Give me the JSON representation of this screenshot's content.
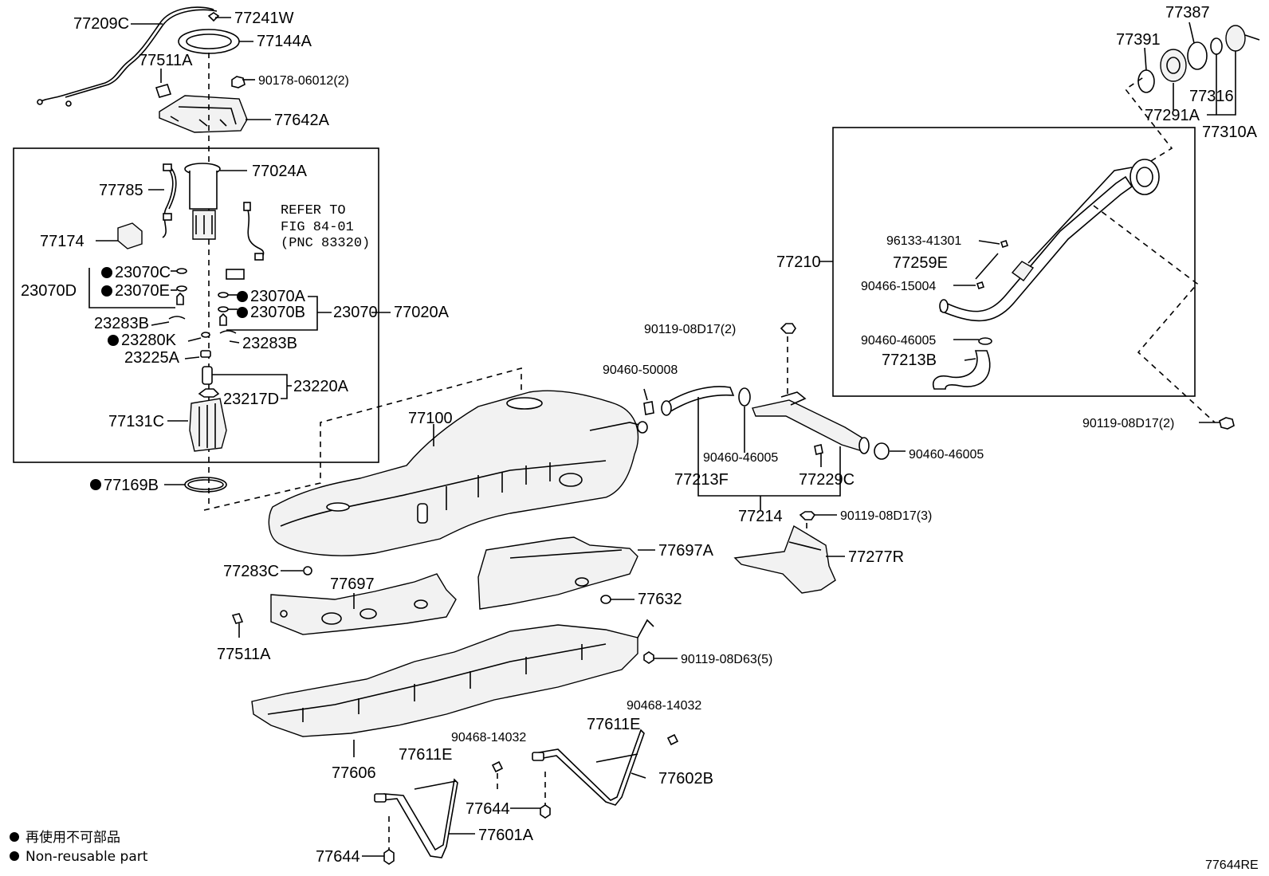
{
  "title": "",
  "figure_id": "77644RE",
  "legend": {
    "dot_symbol": "●",
    "line1": "再使用不可部品",
    "line2": "Non-reusable part"
  },
  "labels": {
    "p77209C": "77209C",
    "p77241W": "77241W",
    "p77144A": "77144A",
    "p77511A_top": "77511A",
    "p90178": "90178-06012(2)",
    "p77642A": "77642A",
    "p77024A": "77024A",
    "p77785": "77785",
    "refer1": "REFER TO",
    "refer2": "FIG 84-01",
    "refer3": "(PNC 83320)",
    "p77174": "77174",
    "p23070C": "23070C",
    "p23070D": "23070D",
    "p23070E": "23070E",
    "p23070A": "23070A",
    "p23070B": "23070B",
    "p23070": "23070",
    "p77020A": "77020A",
    "p23283B_l": "23283B",
    "p23280K": "23280K",
    "p23283B_r": "23283B",
    "p23225A": "23225A",
    "p23220A": "23220A",
    "p23217D": "23217D",
    "p77131C": "77131C",
    "p77169B": "77169B",
    "p77100": "77100",
    "p77283C": "77283C",
    "p77697": "77697",
    "p77511A_bot": "77511A",
    "p77697A": "77697A",
    "p77632": "77632",
    "p90119_63": "90119-08D63(5)",
    "p77606": "77606",
    "p77611E_l": "77611E",
    "p90468_l": "90468-14032",
    "p77644_mid": "77644",
    "p77601A": "77601A",
    "p77644_bot": "77644",
    "p90468_r": "90468-14032",
    "p77611E_r": "77611E",
    "p77602B": "77602B",
    "p90460_50008": "90460-50008",
    "p90119_2_mid": "90119-08D17(2)",
    "p90460_46005_l": "90460-46005",
    "p90460_46005_r": "90460-46005",
    "p77213F": "77213F",
    "p77229C": "77229C",
    "p77214": "77214",
    "p90119_3": "90119-08D17(3)",
    "p77277R": "77277R",
    "p77387": "77387",
    "p77391": "77391",
    "p77316": "77316",
    "p77291A": "77291A",
    "p77310A": "77310A",
    "p77210": "77210",
    "p96133": "96133-41301",
    "p77259E": "77259E",
    "p90466": "90466-15004",
    "p90460_46005_box": "90460-46005",
    "p77213B": "77213B",
    "p90119_2_right": "90119-08D17(2)"
  }
}
